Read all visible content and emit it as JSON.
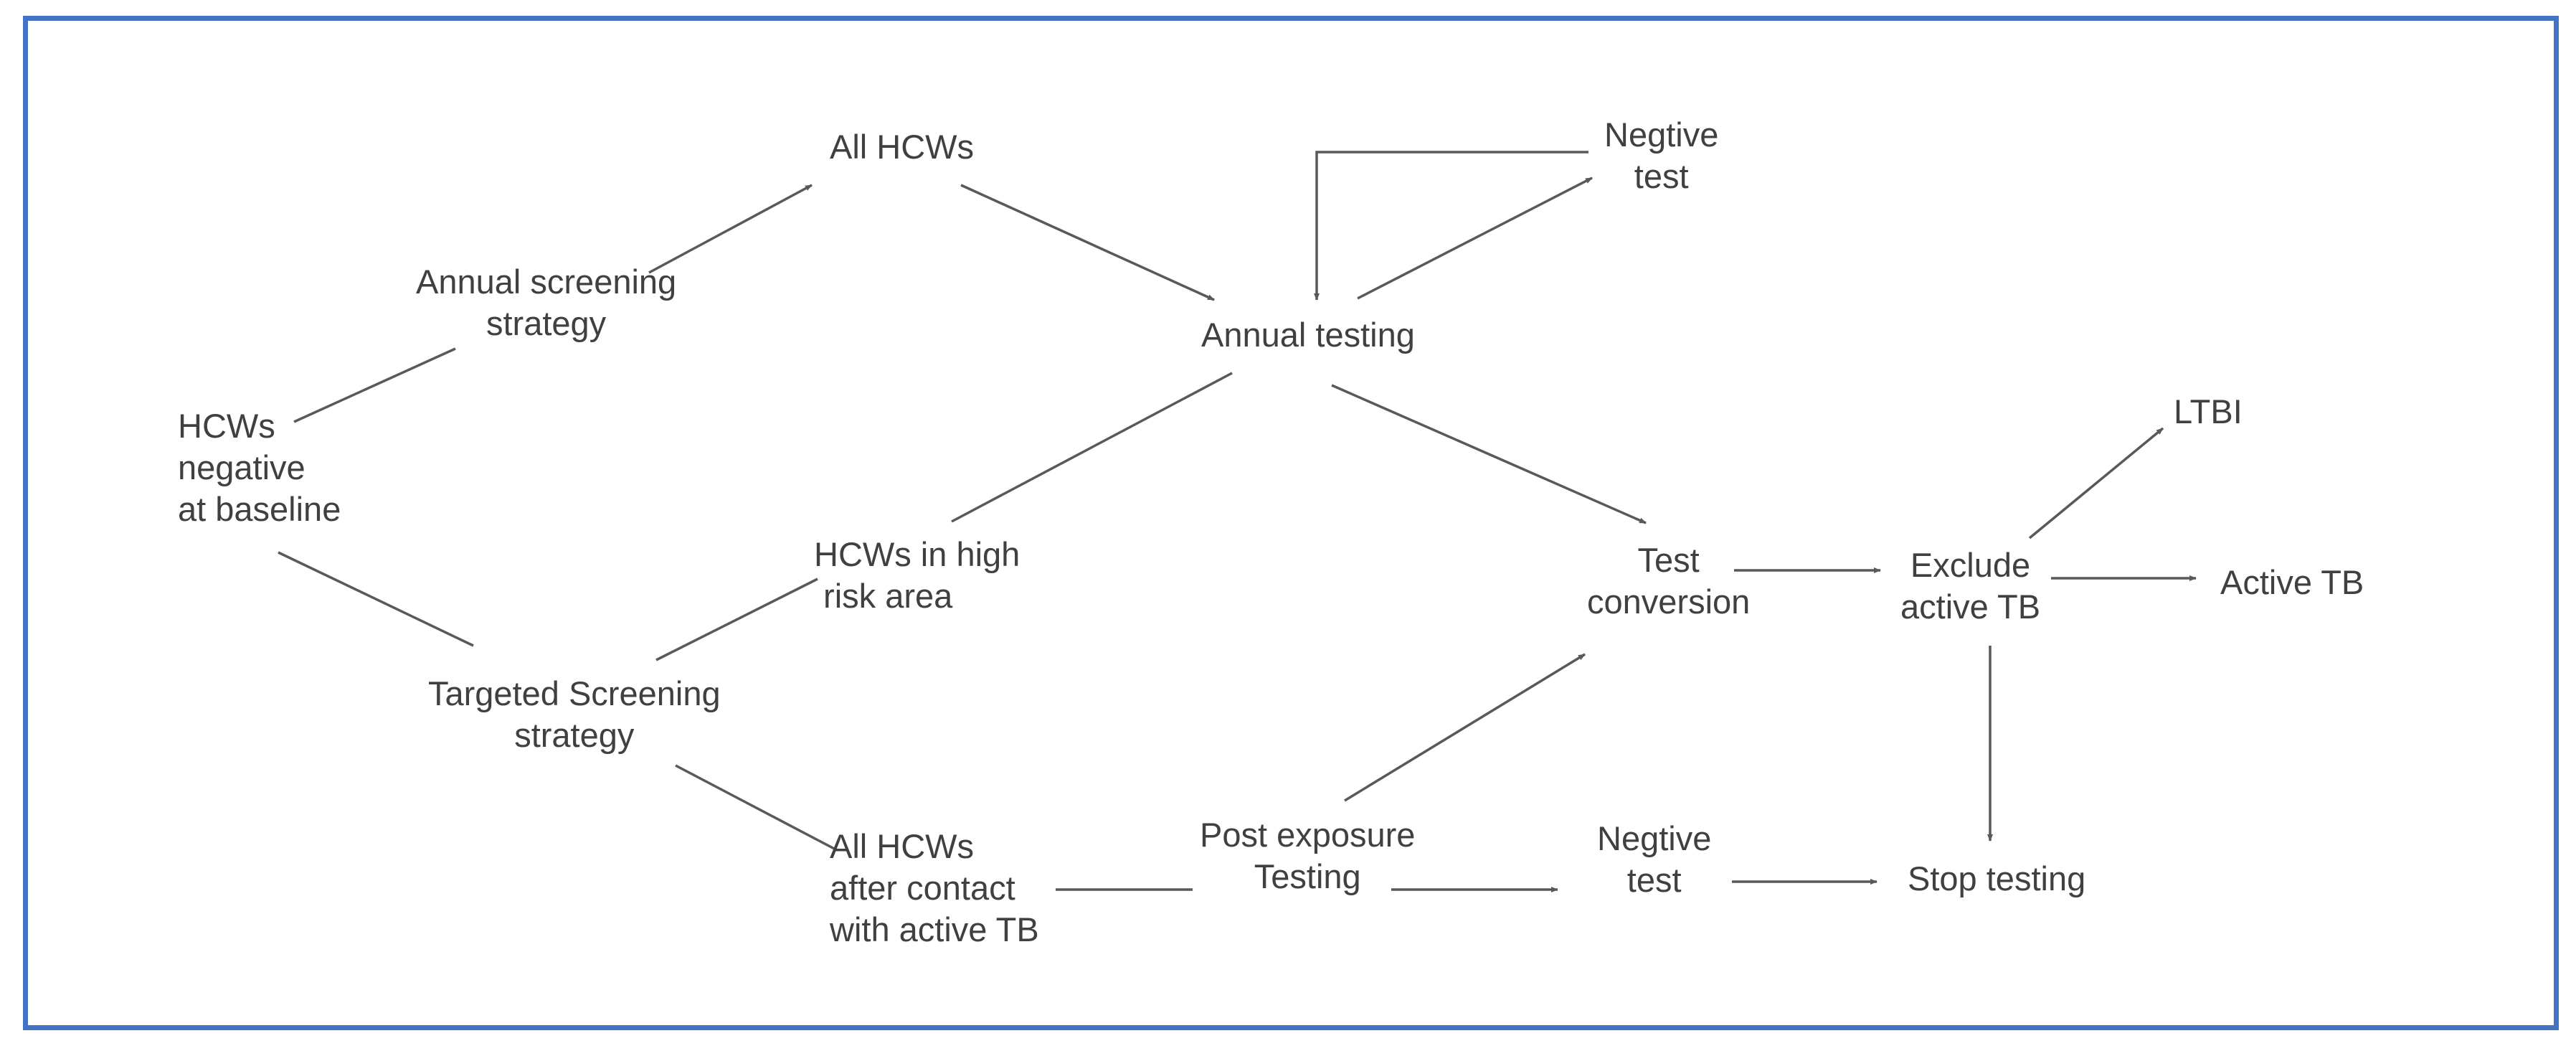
{
  "colors": {
    "frame_border": "#4472c4",
    "line": "#595959",
    "text": "#404040",
    "background": "#ffffff"
  },
  "nodes": {
    "hcws_negative_baseline": "HCWs\nnegative\nat baseline",
    "annual_screening_strategy": "Annual screening\nstrategy",
    "targeted_screening_strategy": "Targeted Screening\nstrategy",
    "all_hcws": "All HCWs",
    "hcws_high_risk_area": "HCWs in high\n risk area",
    "all_hcws_after_contact": "All HCWs\nafter contact\nwith active TB",
    "annual_testing": "Annual testing",
    "negtive_test_top": "Negtive\ntest",
    "post_exposure_testing": "Post exposure\nTesting",
    "negtive_test_bottom": "Negtive\ntest",
    "test_conversion": "Test\nconversion",
    "exclude_active_tb": "Exclude\nactive TB",
    "ltbi": "LTBI",
    "active_tb": "Active TB",
    "stop_testing": "Stop testing"
  }
}
